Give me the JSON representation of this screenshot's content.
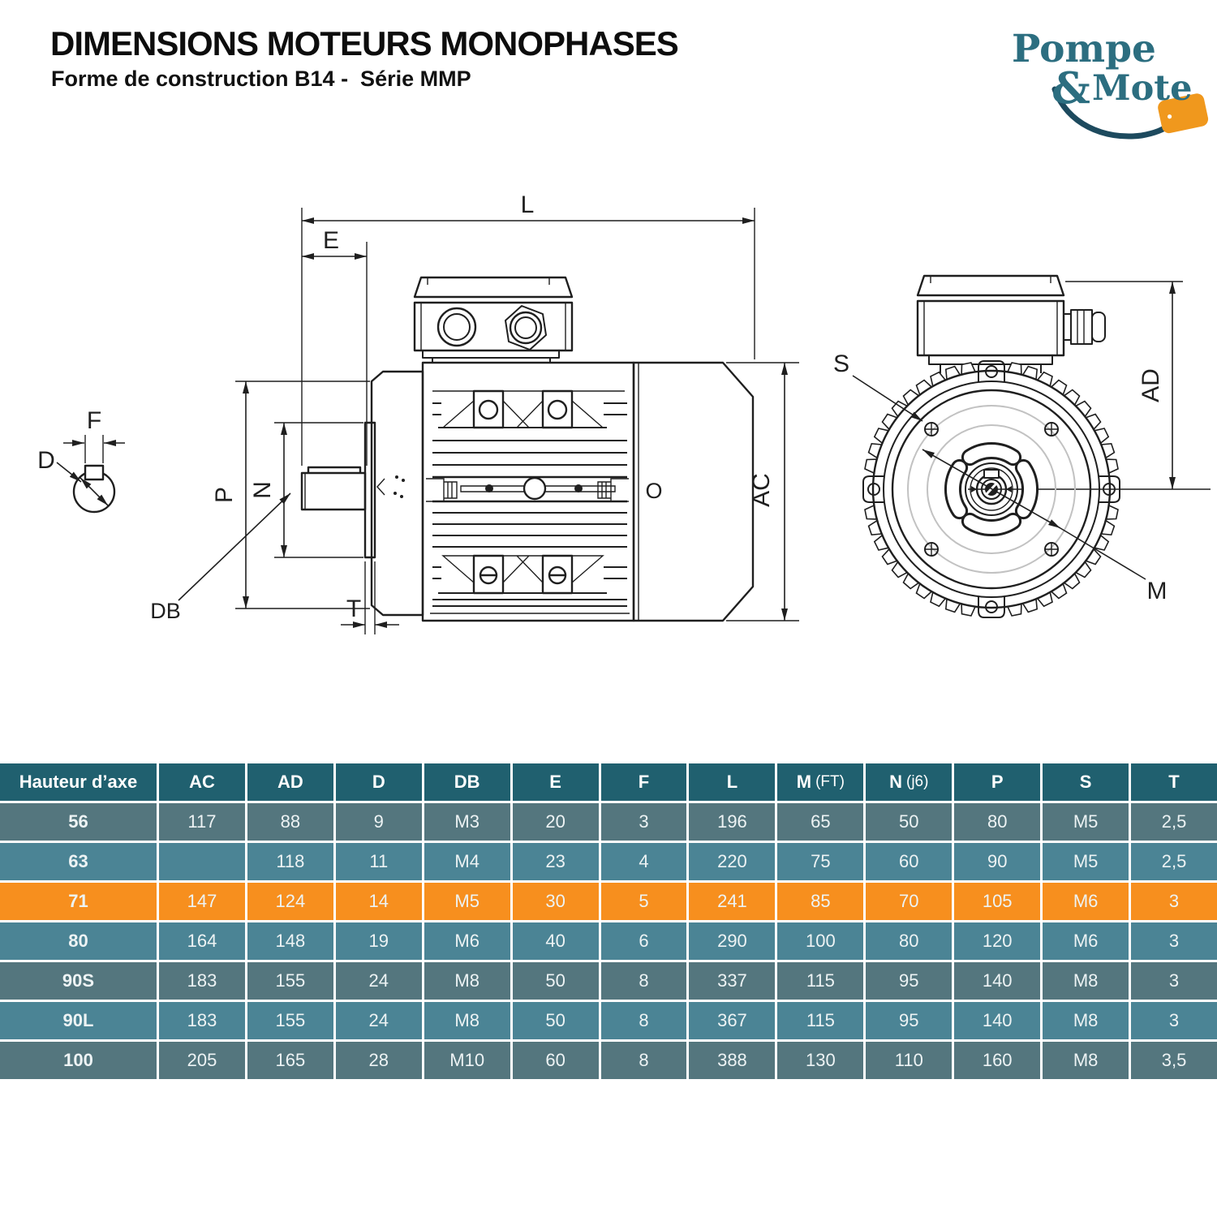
{
  "page": {
    "title": "DIMENSIONS MOTEURS MONOPHASES",
    "subtitle": "Forme de construction B14 -  Série MMP"
  },
  "logo": {
    "word_top": "Pompe",
    "ampersand": "&",
    "word_bottom": "Mote"
  },
  "colors": {
    "table_header": "#20606f",
    "row_slate": "#54767e",
    "row_blue": "#4b8495",
    "row_highlight": "#f78f1e",
    "logo_teal": "#2c6e80",
    "logo_swoosh": "#1d4a5e",
    "logo_orange": "#f0981d",
    "drawing_line": "#1f1f1f"
  },
  "diagram": {
    "labels": {
      "L": "L",
      "E": "E",
      "F": "F",
      "D": "D",
      "DB": "DB",
      "T": "T",
      "P": "P",
      "N": "N",
      "O": "O",
      "AC": "AC",
      "S": "S",
      "AD": "AD",
      "M": "M"
    }
  },
  "table": {
    "columns": [
      {
        "label": "Hauteur d’axe",
        "sub": ""
      },
      {
        "label": "AC",
        "sub": ""
      },
      {
        "label": "AD",
        "sub": ""
      },
      {
        "label": "D",
        "sub": ""
      },
      {
        "label": "DB",
        "sub": ""
      },
      {
        "label": "E",
        "sub": ""
      },
      {
        "label": "F",
        "sub": ""
      },
      {
        "label": "L",
        "sub": ""
      },
      {
        "label": "M",
        "sub": "(FT)"
      },
      {
        "label": "N",
        "sub": "(j6)"
      },
      {
        "label": "P",
        "sub": ""
      },
      {
        "label": "S",
        "sub": ""
      },
      {
        "label": "T",
        "sub": ""
      }
    ],
    "rows": [
      {
        "label": "56",
        "variant": "slate",
        "values": [
          "117",
          "88",
          "9",
          "M3",
          "20",
          "3",
          "196",
          "65",
          "50",
          "80",
          "M5",
          "2,5"
        ]
      },
      {
        "label": "63",
        "variant": "blue",
        "values": [
          "",
          "118",
          "11",
          "M4",
          "23",
          "4",
          "220",
          "75",
          "60",
          "90",
          "M5",
          "2,5"
        ]
      },
      {
        "label": "71",
        "variant": "highlight",
        "values": [
          "147",
          "124",
          "14",
          "M5",
          "30",
          "5",
          "241",
          "85",
          "70",
          "105",
          "M6",
          "3"
        ]
      },
      {
        "label": "80",
        "variant": "blue",
        "values": [
          "164",
          "148",
          "19",
          "M6",
          "40",
          "6",
          "290",
          "100",
          "80",
          "120",
          "M6",
          "3"
        ]
      },
      {
        "label": "90S",
        "variant": "slate",
        "values": [
          "183",
          "155",
          "24",
          "M8",
          "50",
          "8",
          "337",
          "115",
          "95",
          "140",
          "M8",
          "3"
        ]
      },
      {
        "label": "90L",
        "variant": "blue",
        "values": [
          "183",
          "155",
          "24",
          "M8",
          "50",
          "8",
          "367",
          "115",
          "95",
          "140",
          "M8",
          "3"
        ]
      },
      {
        "label": "100",
        "variant": "slate",
        "values": [
          "205",
          "165",
          "28",
          "M10",
          "60",
          "8",
          "388",
          "130",
          "110",
          "160",
          "M8",
          "3,5"
        ]
      }
    ]
  }
}
